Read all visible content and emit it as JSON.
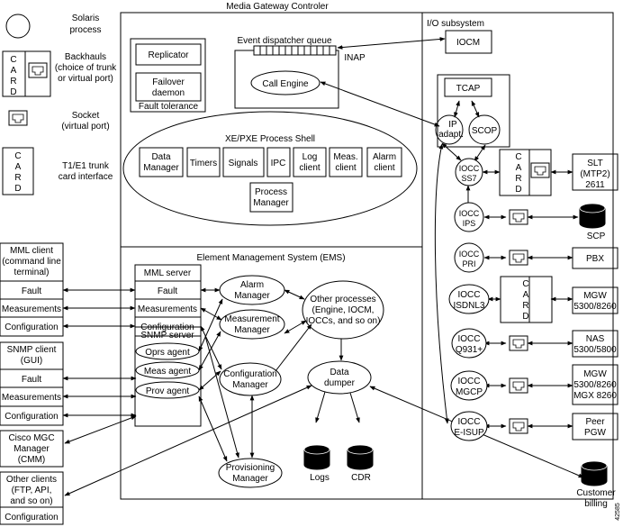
{
  "title": "Media Gateway Controler",
  "figure_number": "42585",
  "legend": {
    "solaris": [
      "Solaris",
      "process"
    ],
    "backhauls": [
      "Backhauls",
      "(choice of trunk",
      "or virtual port)"
    ],
    "socket": [
      "Socket",
      "(virtual port)"
    ],
    "t1e1": [
      "T1/E1 trunk",
      "card  interface"
    ],
    "card_letters": [
      "C",
      "A",
      "R",
      "D"
    ]
  },
  "mml_client": {
    "title": [
      "MML client",
      "(command line",
      "terminal)"
    ],
    "rows": [
      "Fault",
      "Measurements",
      "Configuration"
    ]
  },
  "snmp_client": {
    "title": [
      "SNMP client",
      "(GUI)"
    ],
    "rows": [
      "Fault",
      "Measurements",
      "Configuration"
    ]
  },
  "cisco_mgc": [
    "Cisco MGC",
    "Manager",
    "(CMM)"
  ],
  "other_clients": {
    "title": [
      "Other clients",
      "(FTP, API,",
      "and so on)"
    ],
    "row": "Configuration"
  },
  "fault_tolerance": {
    "label": "Fault tolerance",
    "replicator": "Replicator",
    "failover": [
      "Failover",
      "daemon"
    ]
  },
  "event_queue": {
    "label": "Event dispatcher queue",
    "inap": "INAP",
    "call_engine": "Call Engine"
  },
  "shell": {
    "title": "XE/PXE Process Shell",
    "items": [
      [
        "Data",
        "Manager"
      ],
      [
        "Timers"
      ],
      [
        "Signals"
      ],
      [
        "IPC"
      ],
      [
        "Log",
        "client"
      ],
      [
        "Meas.",
        "client"
      ],
      [
        "Alarm",
        "client"
      ]
    ],
    "process_manager": [
      "Process",
      "Manager"
    ]
  },
  "ems": {
    "title": "Element Management System (EMS)",
    "mml_server": {
      "title": "MML server",
      "rows": [
        "Fault",
        "Measurements",
        "Configuration"
      ]
    },
    "snmp_server": {
      "title": "SNMP server",
      "agents": [
        "Oprs agent",
        "Meas agent",
        "Prov agent"
      ]
    },
    "alarm_manager": [
      "Alarm",
      "Manager"
    ],
    "measurement_manager": [
      "Measurement",
      "Manager"
    ],
    "configuration_manager": [
      "Configuration",
      "Manager"
    ],
    "provisioning_manager": [
      "Provisioning",
      "Manager"
    ],
    "other_processes": [
      "Other processes",
      "(Engine, IOCM,",
      "IOCCs, and so on)"
    ],
    "data_dumper": [
      "Data",
      "dumper"
    ],
    "logs": "Logs",
    "cdr": "CDR"
  },
  "io": {
    "title": "I/O subsystem",
    "iocm": "IOCM",
    "tcap": "TCAP",
    "ip_adapt": [
      "IP",
      "adapt."
    ],
    "scop": "SCOP",
    "ioccs": [
      [
        "IOCC",
        "SS7"
      ],
      [
        "IOCC",
        "IPS"
      ],
      [
        "IOCC",
        "PRI"
      ],
      [
        "IOCC",
        "ISDNL3"
      ],
      [
        "IOCC",
        "Q931+"
      ],
      [
        "IOCC",
        "MGCP"
      ],
      [
        "IOCC",
        "E-ISUP"
      ]
    ]
  },
  "external": {
    "slt": [
      "SLT",
      "(MTP2)",
      "2611"
    ],
    "scp": "SCP",
    "pbx": "PBX",
    "mgw1": [
      "MGW",
      "5300/8260"
    ],
    "nas": [
      "NAS",
      "5300/5800"
    ],
    "mgw2": [
      "MGW",
      "5300/8260",
      "MGX 8260"
    ],
    "peer_pgw": [
      "Peer",
      "PGW"
    ],
    "customer_billing": [
      "Customer",
      "billing"
    ]
  }
}
